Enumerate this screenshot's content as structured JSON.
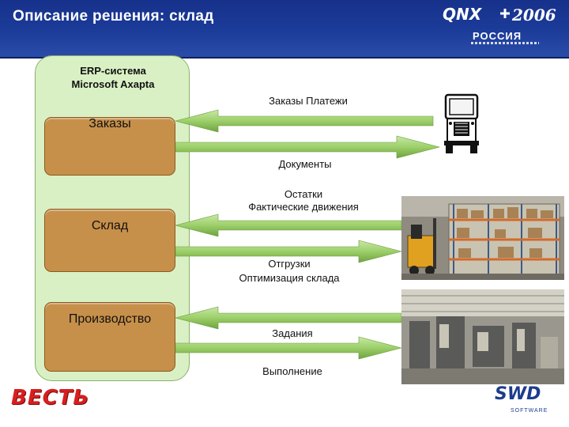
{
  "header": {
    "title": "Описание решения: склад",
    "logo": {
      "brand": "QNX",
      "year": "2006",
      "country": "РОССИЯ"
    },
    "colors": {
      "background": "#1c3c9a",
      "text": "#ffffff"
    }
  },
  "erp": {
    "title_line1": "ERP-система",
    "title_line2": "Microsoft Axapta",
    "panel_color": "#d9f0c4",
    "modules": [
      {
        "label": "Заказы"
      },
      {
        "label": "Склад"
      },
      {
        "label": "Производство"
      }
    ],
    "module_color": "#c7904a"
  },
  "flows": {
    "orders_payments": "Заказы Платежи",
    "documents": "Документы",
    "balances": "Остатки",
    "actual_movements": "Фактические движения",
    "shipments": "Отгрузки",
    "warehouse_optimization": "Оптимизация склада",
    "tasks": "Задания",
    "execution": "Выполнение",
    "arrow_color": "#9ccf6a"
  },
  "images": {
    "truck": "truck-icon",
    "warehouse": "warehouse-photo",
    "production": "production-photo"
  },
  "footer": {
    "left_logo": "ВЕСТЬ",
    "right_logo": "SWD",
    "right_logo_sub": "SOFTWARE"
  }
}
